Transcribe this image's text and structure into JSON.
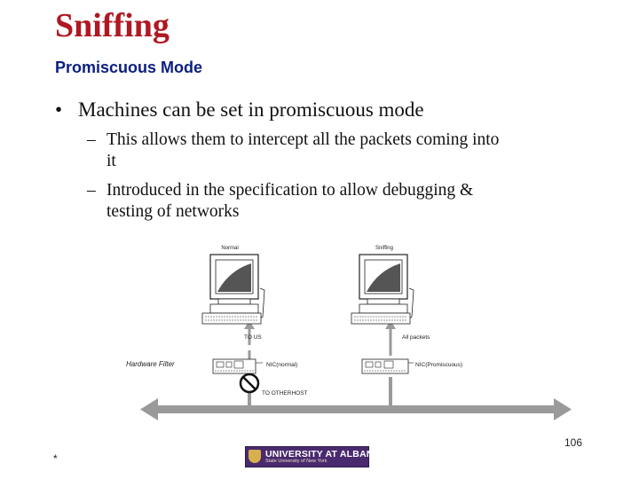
{
  "slide": {
    "title": "Sniffing",
    "subtitle": "Promiscuous Mode",
    "bullet": "Machines can be set in promiscuous mode",
    "subbullets": [
      {
        "line1": "This allows them to intercept all the packets coming into",
        "line2": "it"
      },
      {
        "line1": "Introduced in the specification to allow debugging &",
        "line2": "testing of networks"
      }
    ],
    "bullet_symbol": "•",
    "dash_symbol": "–"
  },
  "diagram": {
    "normal_label": "Normal",
    "sniffing_label": "Sniffing",
    "to_us_label": "TO US",
    "all_packets_label": "All packets",
    "hardware_filter_label": "Hardware Filter",
    "nic_normal_label": "NIC(normal)",
    "nic_promiscuous_label": "NIC(Promiscuous)",
    "to_otherhost_label": "TO OTHERHOST"
  },
  "footer": {
    "slide_number": "106",
    "star": "*",
    "logo_text": "UNIVERSITY AT ALBANY",
    "logo_subtext": "State University of New York"
  },
  "colors": {
    "title": "#b01822",
    "subtitle": "#0b1e80",
    "bus": "#9a9a9a",
    "logo_bg": "#4a2a6e"
  }
}
